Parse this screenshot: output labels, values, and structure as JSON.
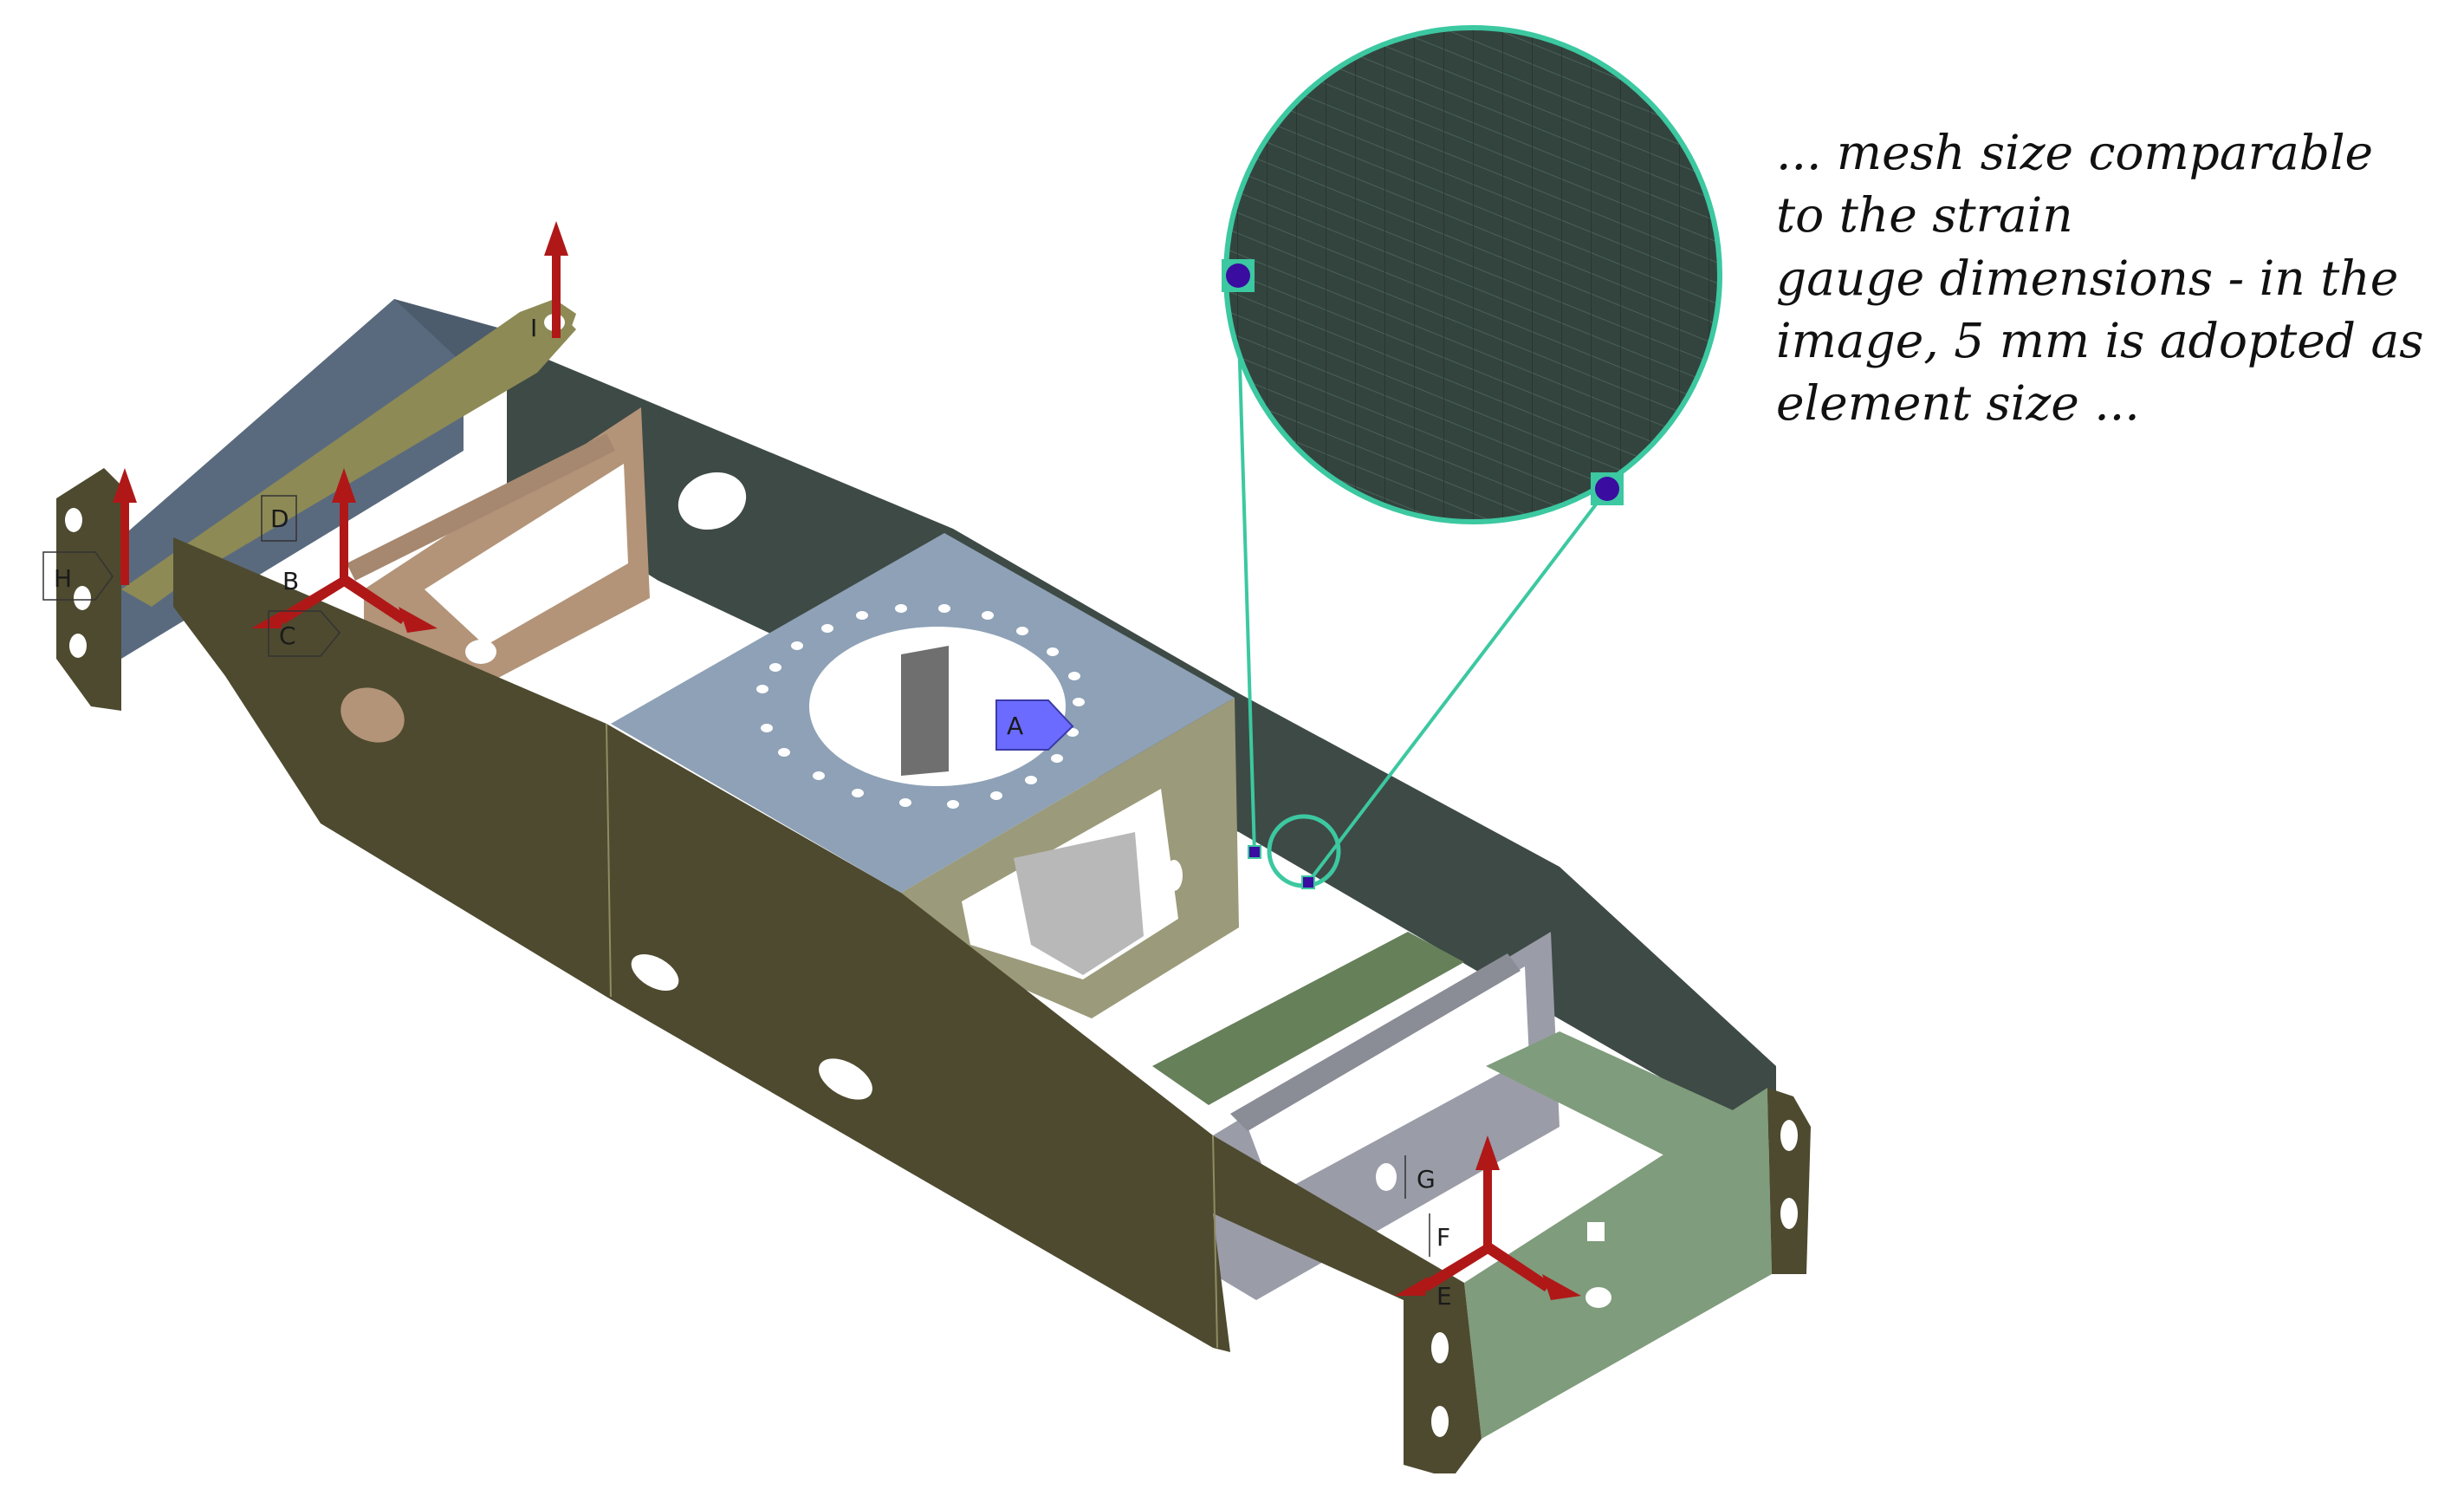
{
  "annotation": {
    "lines": [
      "... mesh size comparable",
      "to the strain",
      "gauge dimensions - in the",
      "image, 5 mm is adopted as",
      "element size ..."
    ]
  },
  "labels": {
    "A": "A",
    "B": "B",
    "C": "C",
    "D": "D",
    "E": "E",
    "F": "F",
    "G": "G",
    "H": "H",
    "I": "I"
  },
  "colors": {
    "dark_panel": "#3e4a45",
    "slate_blue": "#5a6a7e",
    "olive_side": "#4e4a2f",
    "olive_light": "#8d8a55",
    "tan": "#b39478",
    "steel_blue": "#8ea1b6",
    "khaki": "#9b9a7a",
    "green_strip": "#66805a",
    "grey_panel": "#9a9ca8",
    "sage": "#7f9c7c",
    "callout": "#3cc8a0",
    "marker": "#3a0ca0",
    "arrow_red": "#b01818",
    "label_a_fill": "#6b6bff"
  },
  "icons": [
    "force-arrow-icon",
    "triad-arrows-icon",
    "callout-marker-icon"
  ]
}
